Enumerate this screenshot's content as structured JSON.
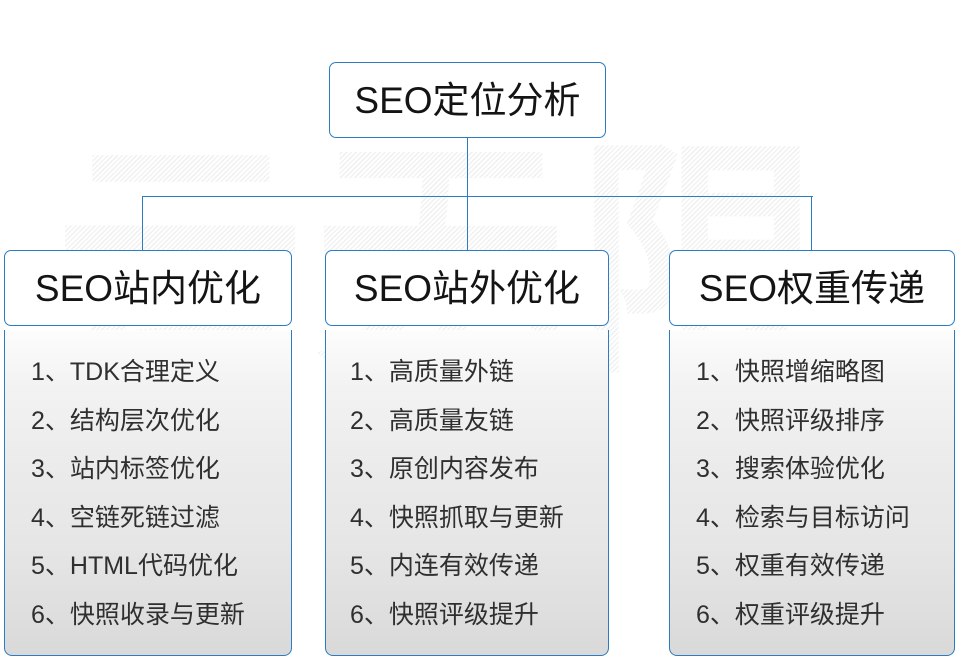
{
  "diagram": {
    "type": "org-tree",
    "accent_color": "#2b7cc0",
    "text_color": "#141414",
    "list_text_color": "#2f2f2f",
    "background_color": "#ffffff",
    "watermark_text": "云无限",
    "root": {
      "label": "SEO定位分析"
    },
    "columns": [
      {
        "header": "SEO站内优化",
        "items": [
          "1、TDK合理定义",
          "2、结构层次优化",
          "3、站内标签优化",
          "4、空链死链过滤",
          "5、HTML代码优化",
          "6、快照收录与更新"
        ]
      },
      {
        "header": "SEO站外优化",
        "items": [
          "1、高质量外链",
          "2、高质量友链",
          "3、原创内容发布",
          "4、快照抓取与更新",
          "5、内连有效传递",
          "6、快照评级提升"
        ]
      },
      {
        "header": "SEO权重传递",
        "items": [
          "1、快照增缩略图",
          "2、快照评级排序",
          "3、搜索体验优化",
          "4、检索与目标访问",
          "5、权重有效传递",
          "6、权重评级提升"
        ]
      }
    ]
  }
}
